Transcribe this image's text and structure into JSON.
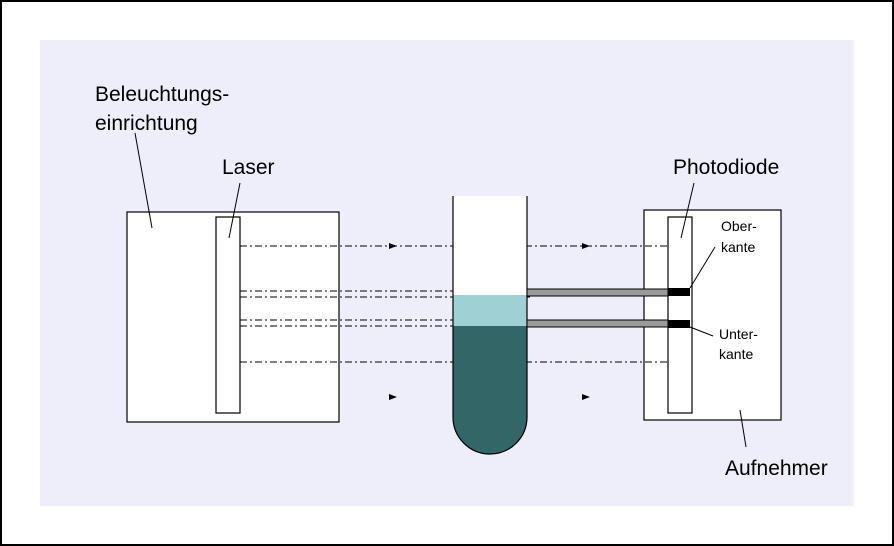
{
  "diagram": {
    "labels": {
      "illumination_line1": "Beleuchtungs-",
      "illumination_line2": "einrichtung",
      "laser": "Laser",
      "photodiode": "Photodiode",
      "upper_edge_line1": "Ober-",
      "upper_edge_line2": "kante",
      "lower_edge_line1": "Unter-",
      "lower_edge_line2": "kante",
      "receiver": "Aufnehmer"
    },
    "colors": {
      "panel_background": "#eeeefa",
      "liquid_light": "#9fd0d3",
      "liquid_dark": "#336666",
      "bar_fill": "#9a9a9a",
      "edge_marker": "#000000",
      "line": "#000000"
    }
  }
}
